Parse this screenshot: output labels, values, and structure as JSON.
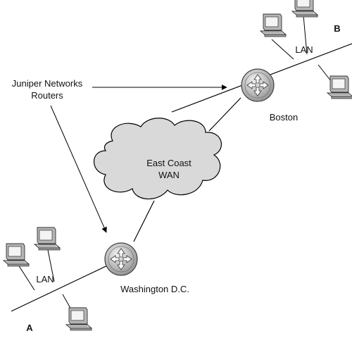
{
  "callout": {
    "line1": "Juniper Networks",
    "line2": "Routers"
  },
  "wan": {
    "line1": "East Coast",
    "line2": "WAN"
  },
  "sites": {
    "boston": {
      "name": "Boston",
      "lan_label": "LAN",
      "site_letter": "B"
    },
    "washington": {
      "name": "Washington D.C.",
      "lan_label": "LAN",
      "site_letter": "A"
    }
  },
  "icons": {
    "router": "router-icon",
    "workstation": "workstation-icon",
    "cloud": "cloud-icon"
  },
  "colors": {
    "line": "#000000",
    "cloud_fill": "#d9d9d9",
    "router_fill": "#c8c8c8"
  }
}
